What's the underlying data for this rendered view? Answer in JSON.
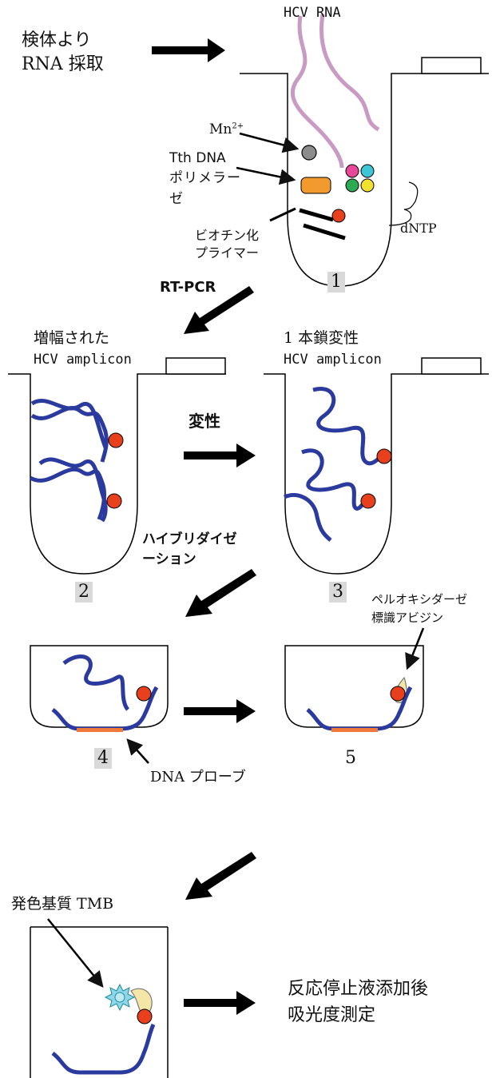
{
  "step1": {
    "sample_label_line1": "検体より",
    "sample_label_line2": "RNA 採取",
    "hcv_rna": "HCV RNA",
    "mn_base": "Mn",
    "mn_sup": "2+",
    "tth_line1": "Tth DNA",
    "tth_line2": "ポリメラー",
    "tth_line3": "ゼ",
    "primer_line1": "ビオチン化",
    "primer_line2": "プライマー",
    "dntp": "dNTP",
    "number": "1"
  },
  "rtpcr": "RT-PCR",
  "step2": {
    "label_line1": "増幅された",
    "label_line2": "HCV amplicon",
    "number": "2"
  },
  "denature": "変性",
  "step3": {
    "label_line1": "1 本鎖変性",
    "label_line2": "HCV amplicon",
    "number": "3"
  },
  "hybrid_line1": "ハイブリダイゼ",
  "hybrid_line2": "ーション",
  "step4": {
    "number": "4",
    "probe": "DNA プローブ"
  },
  "step5": {
    "avidin_line1": "ペルオキシダーゼ",
    "avidin_line2": "標識アビジン",
    "number": "5"
  },
  "step6": {
    "tmb": "発色基質 TMB",
    "result_line1": "反応停止液添加後",
    "result_line2": "吸光度測定"
  },
  "colors": {
    "strand": "#2b3a9e",
    "rna": "#c89ac4",
    "biotin": "#e8401c",
    "probe": "#f07a3a",
    "mn": "#8c8c8c",
    "polymerase": "#f29a2e",
    "dntp": [
      "#e8489a",
      "#3ec6d6",
      "#2eaa55",
      "#f2e22e"
    ],
    "avidin": "#f4e6a6",
    "tmb": "#8fd6e6"
  }
}
